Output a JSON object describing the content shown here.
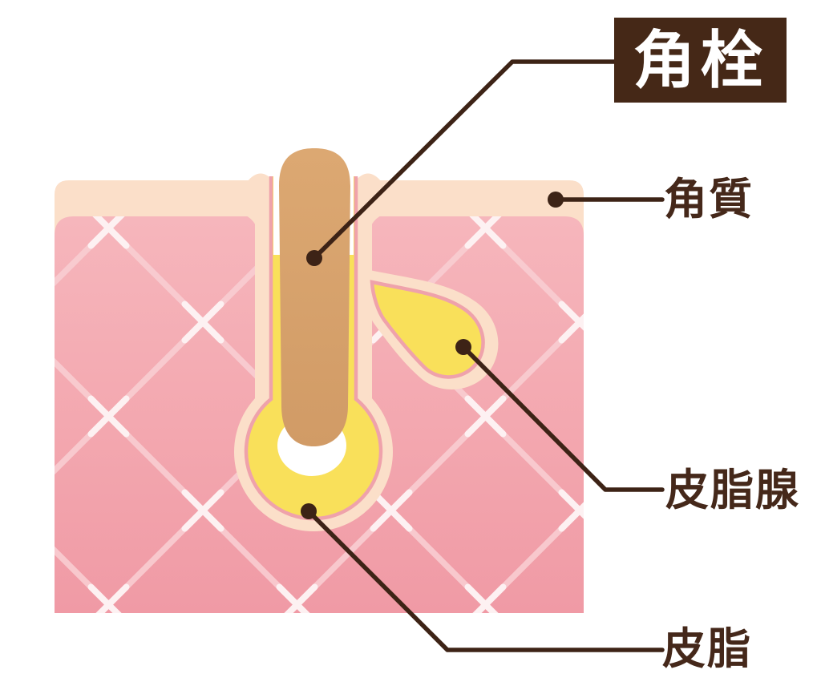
{
  "diagram": {
    "title": "skin pore cross-section illustration",
    "labels": {
      "plug": {
        "text": "角栓",
        "meaning": "keratin plug"
      },
      "keratin": {
        "text": "角質",
        "meaning": "stratum corneum"
      },
      "gland": {
        "text": "皮脂腺",
        "meaning": "sebaceous gland"
      },
      "sebum": {
        "text": "皮脂",
        "meaning": "sebum"
      }
    },
    "colors": {
      "label_box_bg": "#452817",
      "label_box_text": "#ffffff",
      "label_text": "#45281A",
      "leader_line": "#3D2316",
      "stratum_cream": "#FBDFC9",
      "dermis_top": "#F6B6BC",
      "dermis_bottom": "#F09AA5",
      "hatch_line": "#F9CDD2",
      "inner_line_pink": "#EFA2AB",
      "sebum_yellow": "#F9E05A",
      "plug_brown_top": "#DCA872",
      "plug_brown_bottom": "#D19B66",
      "highlight": "#FFFFFF"
    }
  }
}
